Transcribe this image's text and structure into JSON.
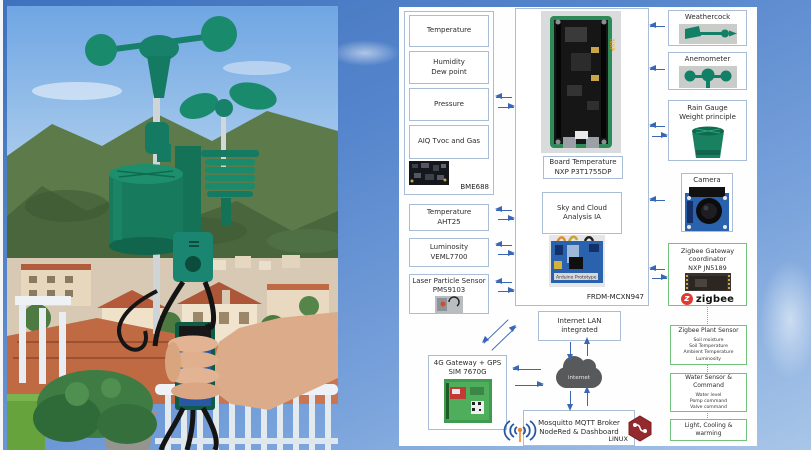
{
  "colors": {
    "arrow_blue": "#3a67b5",
    "box_border_blue": "#a9bdd6",
    "box_border_green": "#72c27c",
    "zigbee_red": "#e23a30",
    "nodered_red": "#942a2e",
    "station_green": "#178066"
  },
  "diagram": {
    "bme_group": {
      "box_temperature": "Temperature",
      "box_humidity": "Humidity\nDew point",
      "box_pressure": "Pressure",
      "box_aiq": "AIQ Tvoc and Gas",
      "chip_label": "BME688"
    },
    "left": {
      "aht25": "Temperature\nAHT25",
      "veml7700": "Luminosity\nVEML7700",
      "pms9103": "Laser Particle Sensor\nPMS9103"
    },
    "center": {
      "board_temp": "Board Temperature\nNXP P3T1755DP",
      "sky_cloud": "Sky and Cloud\nAnalysis IA",
      "board_name": "FRDM-MCXN947",
      "internet_lan": "Internet LAN\nintegrated",
      "cloud_label": "internet",
      "gateway_4g": "4G Gateway + GPS\nSIM 7670G",
      "mqtt": "Mosquitto MQTT Broker\nNodeRed & Dashboard",
      "os_label": "LINUX"
    },
    "right": {
      "weathercock": "Weathercock",
      "anemometer": "Anemometer",
      "rain_gauge": "Rain Gauge\nWeight principle",
      "camera": "Camera",
      "zigbee_gateway": "Zigbee Gateway\ncoordinator\nNXP JN5189",
      "zigbee_brand": "zigbee",
      "plant_title": "Zigbee Plant Sensor",
      "plant_items": "Soil moisture\nSoil Temperature\nAmbient Temperature\nLuminosity",
      "water_title": "Water Sensor &\nCommand",
      "water_items": "Water level\nPomp command\nValve command",
      "light_box": "Light, Cooling & warming"
    }
  }
}
